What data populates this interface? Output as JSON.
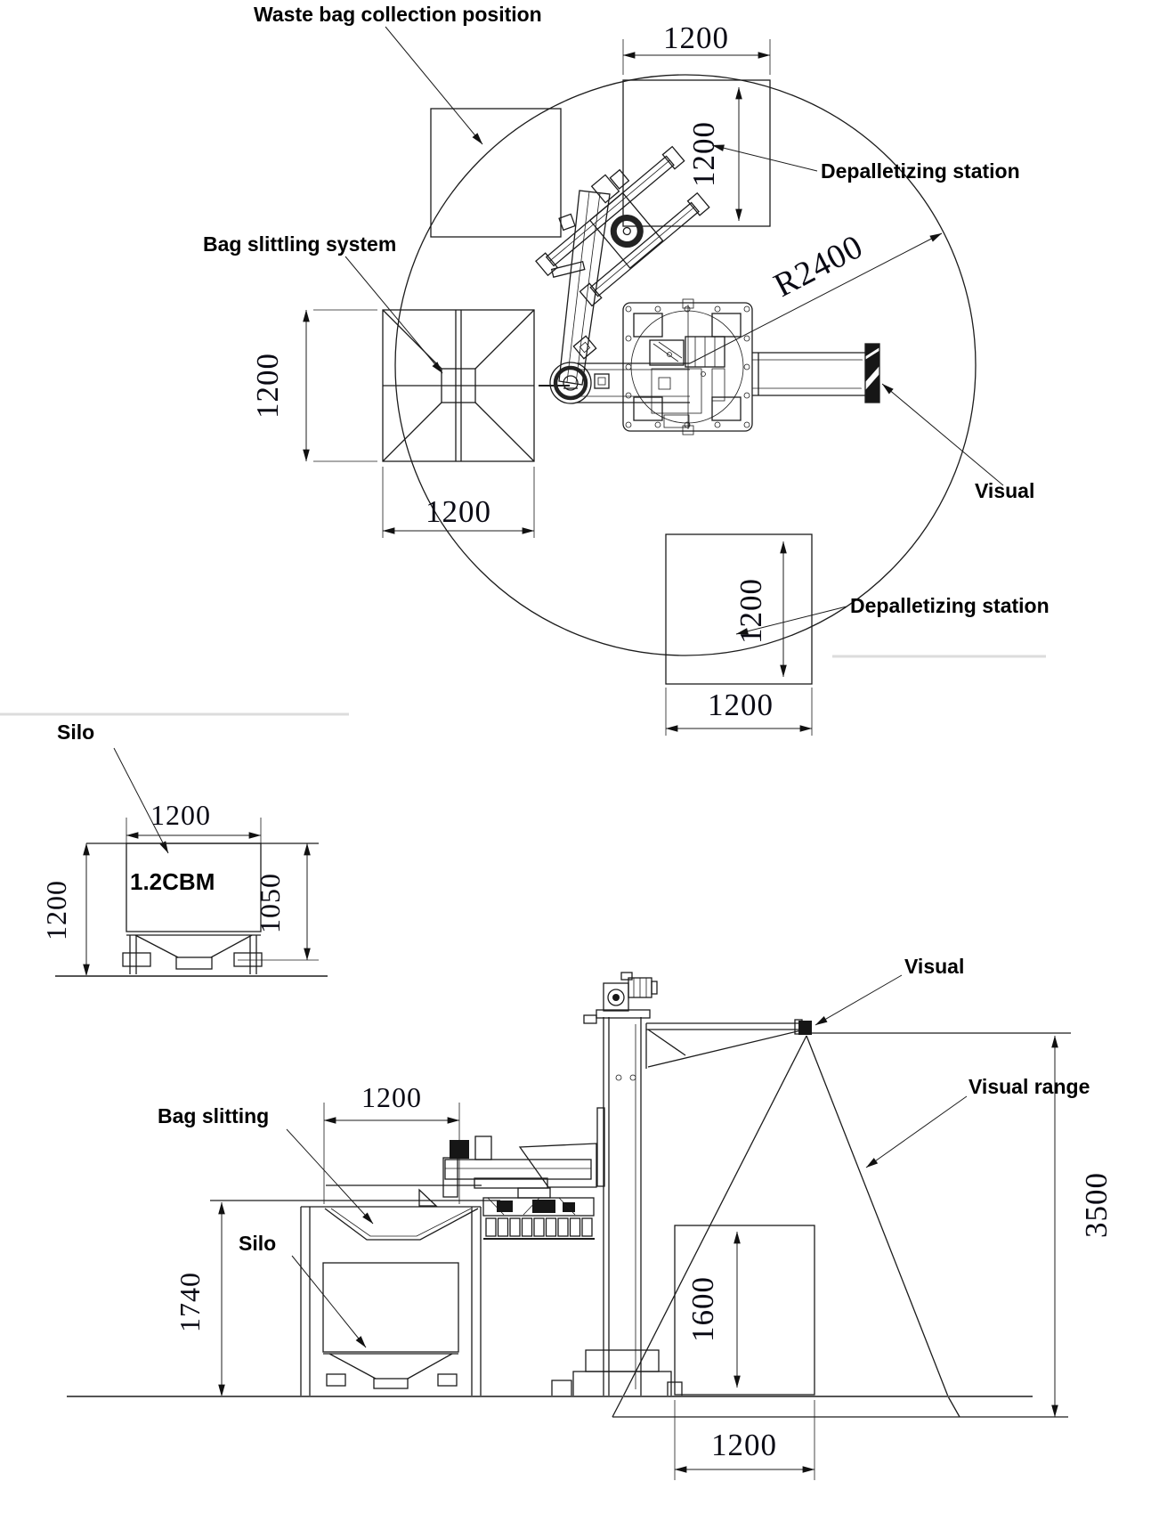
{
  "top_view": {
    "labels": {
      "waste_bag": "Waste bag collection position",
      "depalletizing_top": "Depalletizing station",
      "bag_slitting": "Bag slittling system",
      "visual": "Visual",
      "depalletizing_bottom": "Depalletizing station"
    },
    "dims": {
      "radius": "R2400",
      "depal_top_width": "1200",
      "depal_top_height": "1200",
      "slitting_width": "1200",
      "slitting_height": "1200",
      "depal_bottom_width": "1200",
      "depal_bottom_height": "1200"
    }
  },
  "silo_view": {
    "label": "Silo",
    "volume": "1.2CBM",
    "dims": {
      "width": "1200",
      "height": "1200",
      "body_height": "1050"
    }
  },
  "elevation": {
    "labels": {
      "bag_slitting": "Bag slitting",
      "silo": "Silo",
      "visual": "Visual",
      "visual_range": "Visual range"
    },
    "dims": {
      "hopper_width": "1200",
      "station_height": "1740",
      "stack_height": "1600",
      "camera_height": "3500",
      "pallet_width": "1200"
    }
  },
  "colors": {
    "line": "#1c1c1c",
    "dim_text": "#0a0a14",
    "label_text": "#000000",
    "background": "#ffffff"
  }
}
